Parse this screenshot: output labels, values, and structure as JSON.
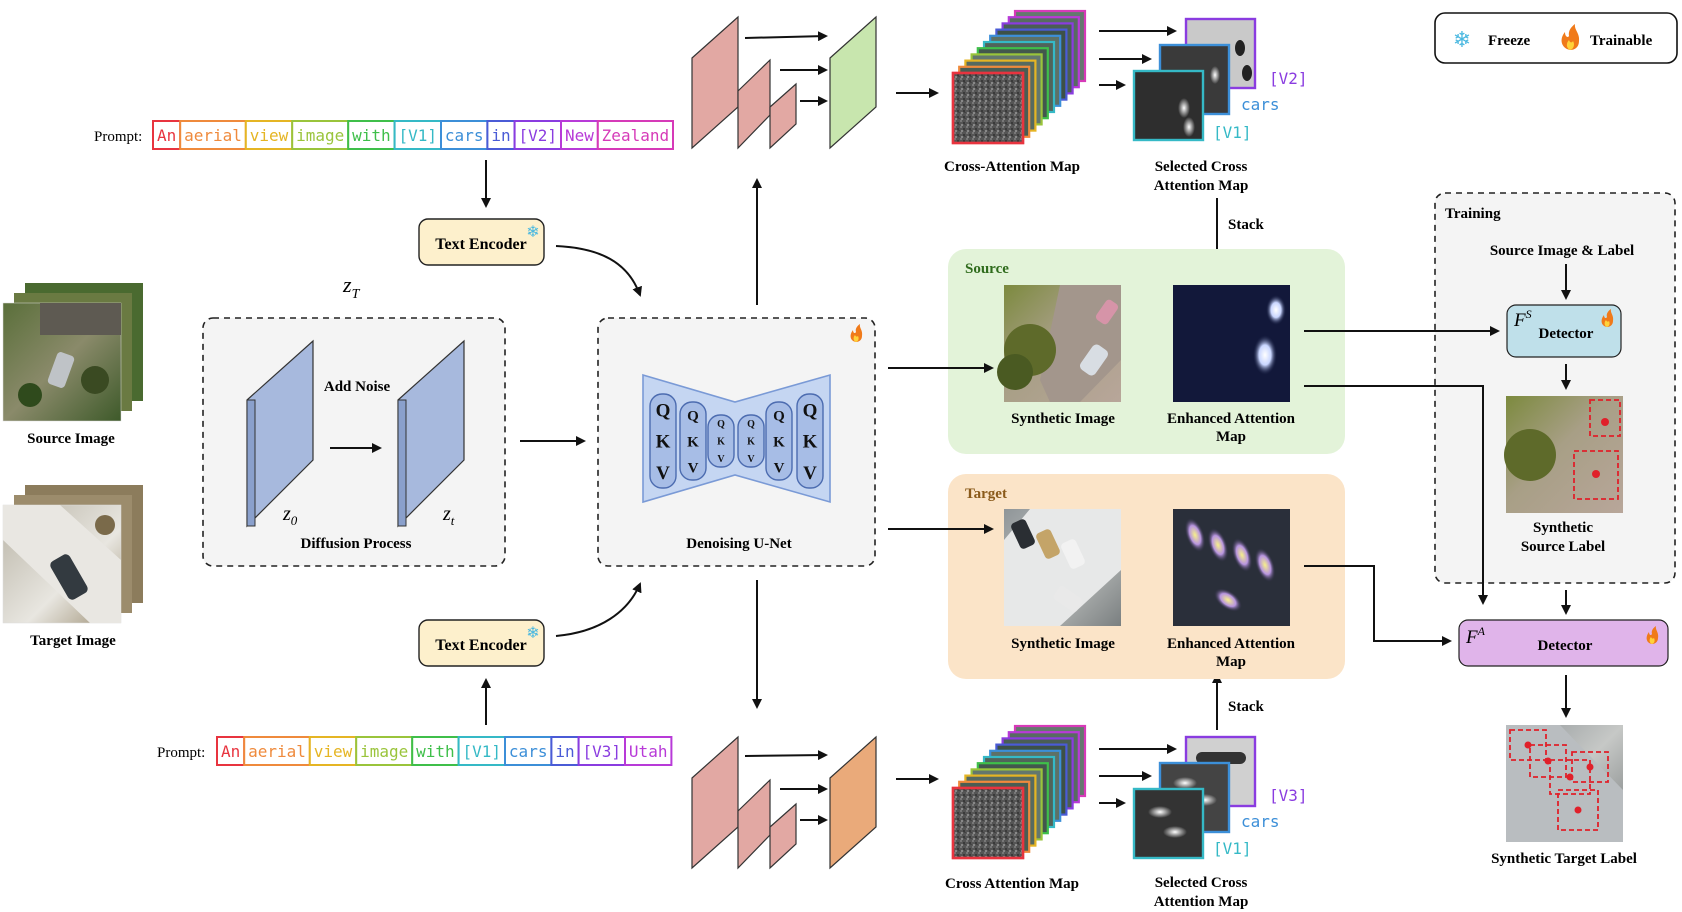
{
  "legend": {
    "freeze_label": "Freeze",
    "trainable_label": "Trainable"
  },
  "prompts": {
    "prompt_label": "Prompt:",
    "source_words": [
      "An",
      "aerial",
      "view",
      "image",
      "with",
      "[V1]",
      "cars",
      "in",
      "[V2]",
      "New",
      "Zealand"
    ],
    "target_words": [
      "An",
      "aerial",
      "view",
      "image",
      "with",
      "[V1]",
      "cars",
      "in",
      "[V3]",
      "Utah"
    ],
    "word_colors": [
      "#e8343f",
      "#ef8a3c",
      "#e5b524",
      "#9ac43b",
      "#3fbf4a",
      "#35b9c6",
      "#3c8fd8",
      "#4a5bd6",
      "#8a3ce0",
      "#b83ad8",
      "#d63ab8"
    ]
  },
  "inputs": {
    "source_image_label": "Source Image",
    "target_image_label": "Target Image"
  },
  "diffusion": {
    "title": "Diffusion Process",
    "add_noise": "Add Noise",
    "z_T": "z",
    "z_T_sub": "T",
    "z_0": "z",
    "z_0_sub": "0",
    "z_t": "z",
    "z_t_sub": "t"
  },
  "encoders": {
    "top_label": "Text Encoder",
    "bottom_label": "Text Encoder"
  },
  "unet": {
    "title": "Denoising U-Net",
    "qkv": [
      "Q",
      "K",
      "V"
    ]
  },
  "attention_top": {
    "cross_attention_label": "Cross-Attention Map",
    "selected_label_line1": "Selected Cross",
    "selected_label_line2": "Attention Map",
    "token_v2": "[V2]",
    "token_cars": "cars",
    "token_v1": "[V1]",
    "stack_label": "Stack"
  },
  "attention_bottom": {
    "cross_attention_label": "Cross Attention Map",
    "selected_label_line1": "Selected Cross",
    "selected_label_line2": "Attention Map",
    "token_v3": "[V3]",
    "token_cars": "cars",
    "token_v1": "[V1]",
    "stack_label": "Stack"
  },
  "source_panel": {
    "title": "Source",
    "synthetic_image_label": "Synthetic Image",
    "enhanced_line1": "Enhanced Attention",
    "enhanced_line2": "Map"
  },
  "target_panel": {
    "title": "Target",
    "synthetic_image_label": "Synthetic Image",
    "enhanced_line1": "Enhanced Attention",
    "enhanced_line2": "Map"
  },
  "training": {
    "title": "Training",
    "source_image_label": "Source Image & Label",
    "detector_s_symbol": "F",
    "detector_s_sup": "S",
    "detector_label": "Detector",
    "synthetic_source_line1": "Synthetic",
    "synthetic_source_line2": "Source Label"
  },
  "final": {
    "detector_a_symbol": "F",
    "detector_a_sup": "A",
    "detector_label": "Detector",
    "synthetic_target_label": "Synthetic Target Label"
  },
  "colors": {
    "encoder_fill": "#fdf0cc",
    "detector_s_fill": "#bfe0ea",
    "detector_a_fill": "#e0b4ea",
    "source_panel_fill": "#e3f3d9",
    "target_panel_fill": "#fbe4c8",
    "unet_fill": "#c5d6f2",
    "unet_stroke": "#7a9ad6",
    "encoder_layer_fill": "#e2a8a3",
    "decoder_top_fill": "#c8e6ae",
    "decoder_bottom_fill": "#eaaa7a",
    "latent_fill": "#a7b9dd"
  }
}
